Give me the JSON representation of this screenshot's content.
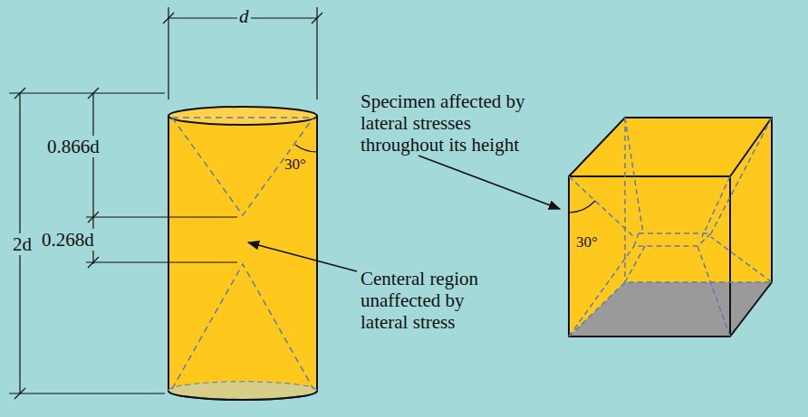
{
  "diagram": {
    "labels": [
      "d",
      "0.866d",
      "2d",
      "0.268d",
      "30°",
      "30°",
      "Specimen affected by lateral stresses throughout its height",
      "Centeral region unaffected by lateral stress"
    ]
  }
}
